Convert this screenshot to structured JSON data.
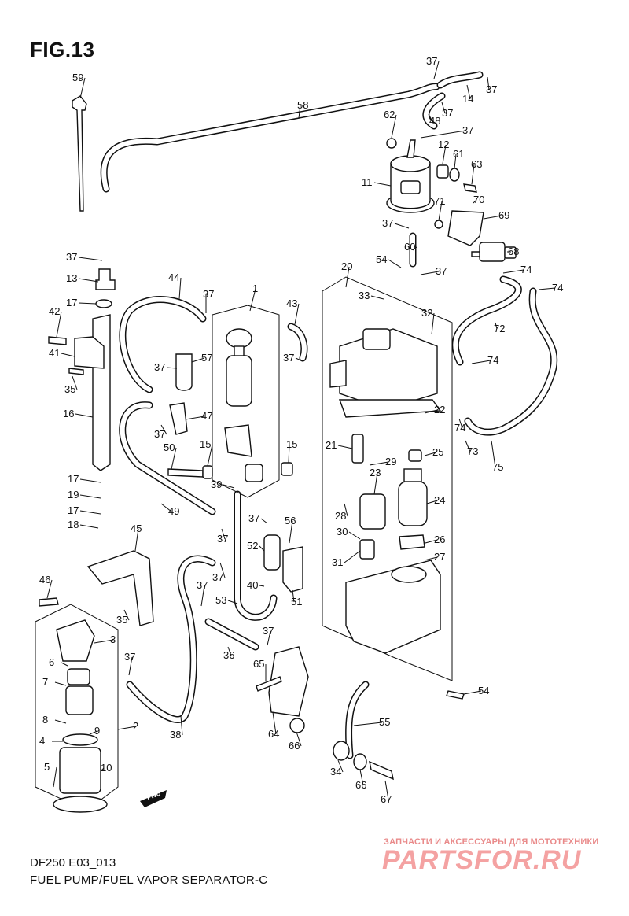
{
  "figure": {
    "title": "FIG.13",
    "model": "DF250 E03_013",
    "caption": "FUEL PUMP/FUEL VAPOR SEPARATOR-C"
  },
  "watermark": {
    "subtitle": "ЗАПЧАСТИ И АКСЕССУАРЫ ДЛЯ МОТОТЕХНИКИ",
    "brand": "PARTSFOR.RU",
    "color": "#e66666"
  },
  "fwd_label": "FWD",
  "callouts": [
    "59",
    "58",
    "37",
    "14",
    "37",
    "48",
    "37",
    "62",
    "37",
    "12",
    "61",
    "63",
    "11",
    "71",
    "70",
    "69",
    "37",
    "60",
    "68",
    "37",
    "54",
    "37",
    "13",
    "74",
    "74",
    "17",
    "20",
    "44",
    "37",
    "1",
    "43",
    "42",
    "33",
    "32",
    "72",
    "41",
    "37",
    "57",
    "37",
    "74",
    "35",
    "16",
    "47",
    "22",
    "37",
    "21",
    "73",
    "74",
    "50",
    "15",
    "15",
    "25",
    "75",
    "29",
    "17",
    "23",
    "39",
    "19",
    "24",
    "49",
    "17",
    "28",
    "37",
    "56",
    "18",
    "30",
    "26",
    "45",
    "52",
    "37",
    "31",
    "27",
    "37",
    "40",
    "46",
    "37",
    "51",
    "53",
    "35",
    "37",
    "3",
    "37",
    "36",
    "65",
    "54",
    "6",
    "7",
    "55",
    "64",
    "8",
    "9",
    "2",
    "38",
    "4",
    "66",
    "10",
    "34",
    "5",
    "66",
    "67"
  ]
}
